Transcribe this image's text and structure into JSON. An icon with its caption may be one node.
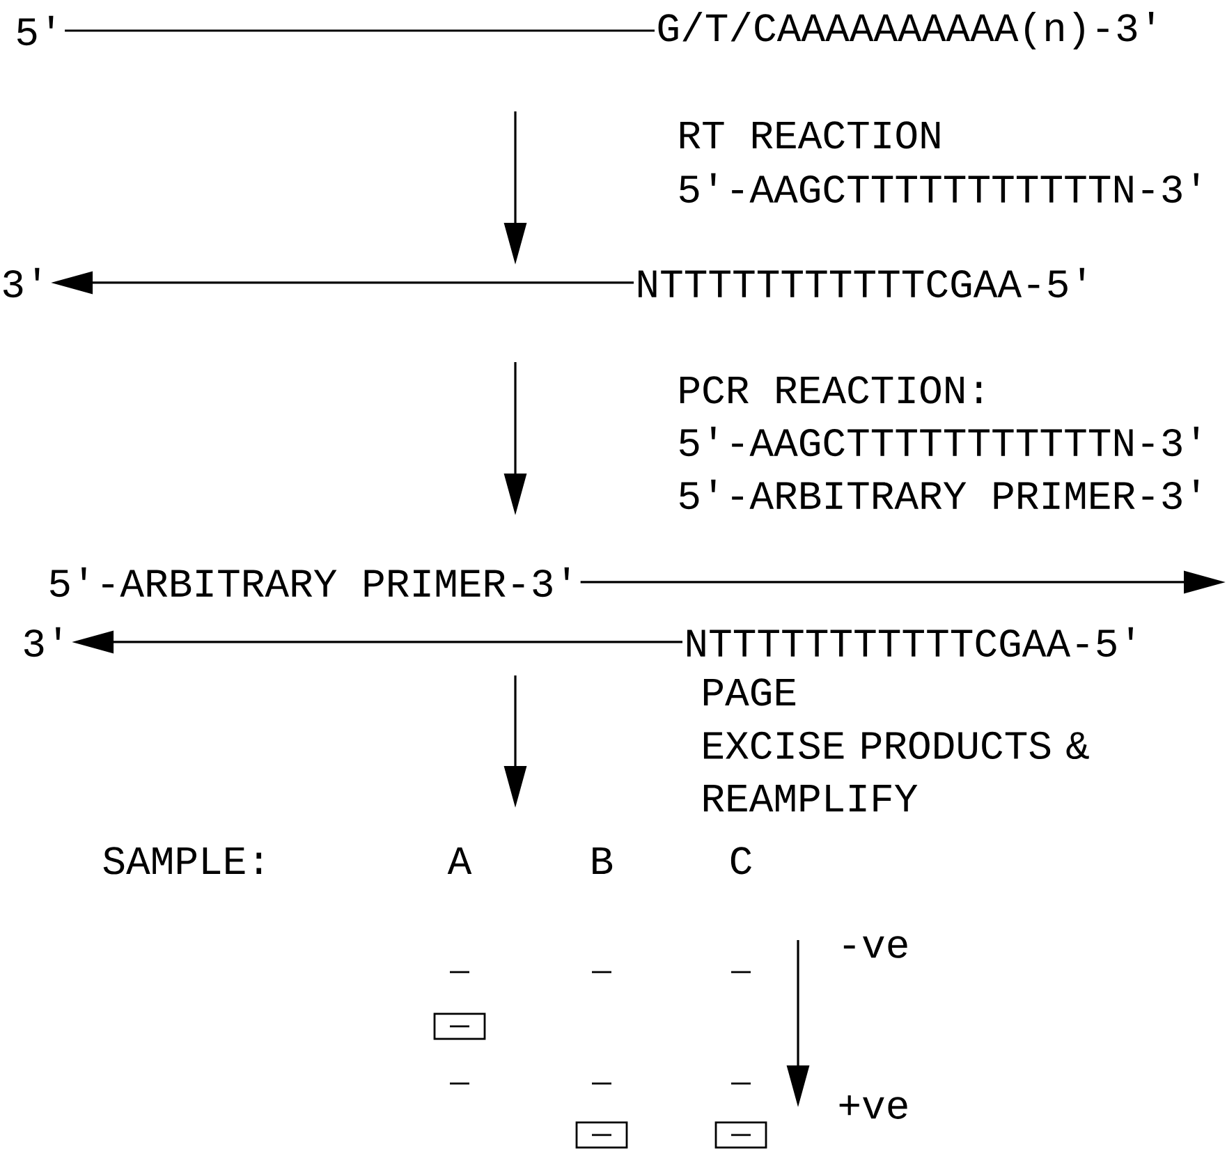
{
  "diagram": {
    "nodes": [
      {
        "text": [
          "5′"
        ]
      },
      {
        "text": [
          "G/T/CAAAAAAAAAA(n)-3′"
        ]
      },
      {
        "text": [
          "3′"
        ]
      },
      {
        "text": [
          "NTTTTTTTTTTTCGAA-5′"
        ]
      },
      {
        "text": [
          "5′-ARBITRARY PRIMER-3′"
        ]
      },
      {
        "text": [
          "3′"
        ]
      },
      {
        "text": [
          "NTTTTTTTTTTTCGAA-5′"
        ]
      }
    ],
    "edges": [
      {
        "from": 0,
        "to": 1,
        "arrow": "none"
      },
      {
        "from": 3,
        "to": 2,
        "arrow": "to"
      },
      {
        "from": 4,
        "to": null,
        "arrow": "to"
      },
      {
        "from": 6,
        "to": 5,
        "arrow": "to"
      }
    ],
    "labels": [
      "RT REACTION",
      "5′-AAGCTTTTTTTTTTTN-3′",
      "PCR REACTION:",
      "5′-AAGCTTTTTTTTTTTN-3′",
      "5′-ARBITRARY PRIMER-3′",
      "PAGE",
      "EXCISE PRODUCTS & REAMPLIFY",
      "SAMPLE:",
      "A",
      "B",
      "C",
      "-ve",
      "+ve"
    ]
  }
}
